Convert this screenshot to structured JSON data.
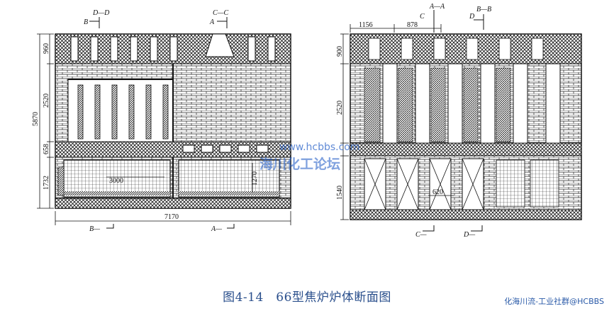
{
  "caption": "图4-14　66型焦炉炉体断面图",
  "source_mark": "化海川流-工业社群@HCBBS",
  "watermark": {
    "url": "www.hcbbs.com",
    "name": "海川化工论坛"
  },
  "colors": {
    "ink": "#111111",
    "caption": "#2a4f8c",
    "watermark": "#2b63c9"
  },
  "left_view": {
    "sections": [
      "D—D",
      "C—C",
      "B",
      "A",
      "B—",
      "A—"
    ],
    "dims_vertical": [
      "960",
      "2520",
      "5870",
      "658",
      "1732"
    ],
    "dims_horizontal": [
      "7170"
    ],
    "inner_labels": [
      "3000",
      "1270"
    ]
  },
  "right_view": {
    "sections": [
      "A—A",
      "B—B",
      "C",
      "D",
      "C—",
      "D—"
    ],
    "dims_vertical": [
      "900",
      "2520",
      "1540"
    ],
    "dims_horizontal": [
      "1156",
      "878"
    ],
    "inner_labels": [
      "620"
    ]
  }
}
